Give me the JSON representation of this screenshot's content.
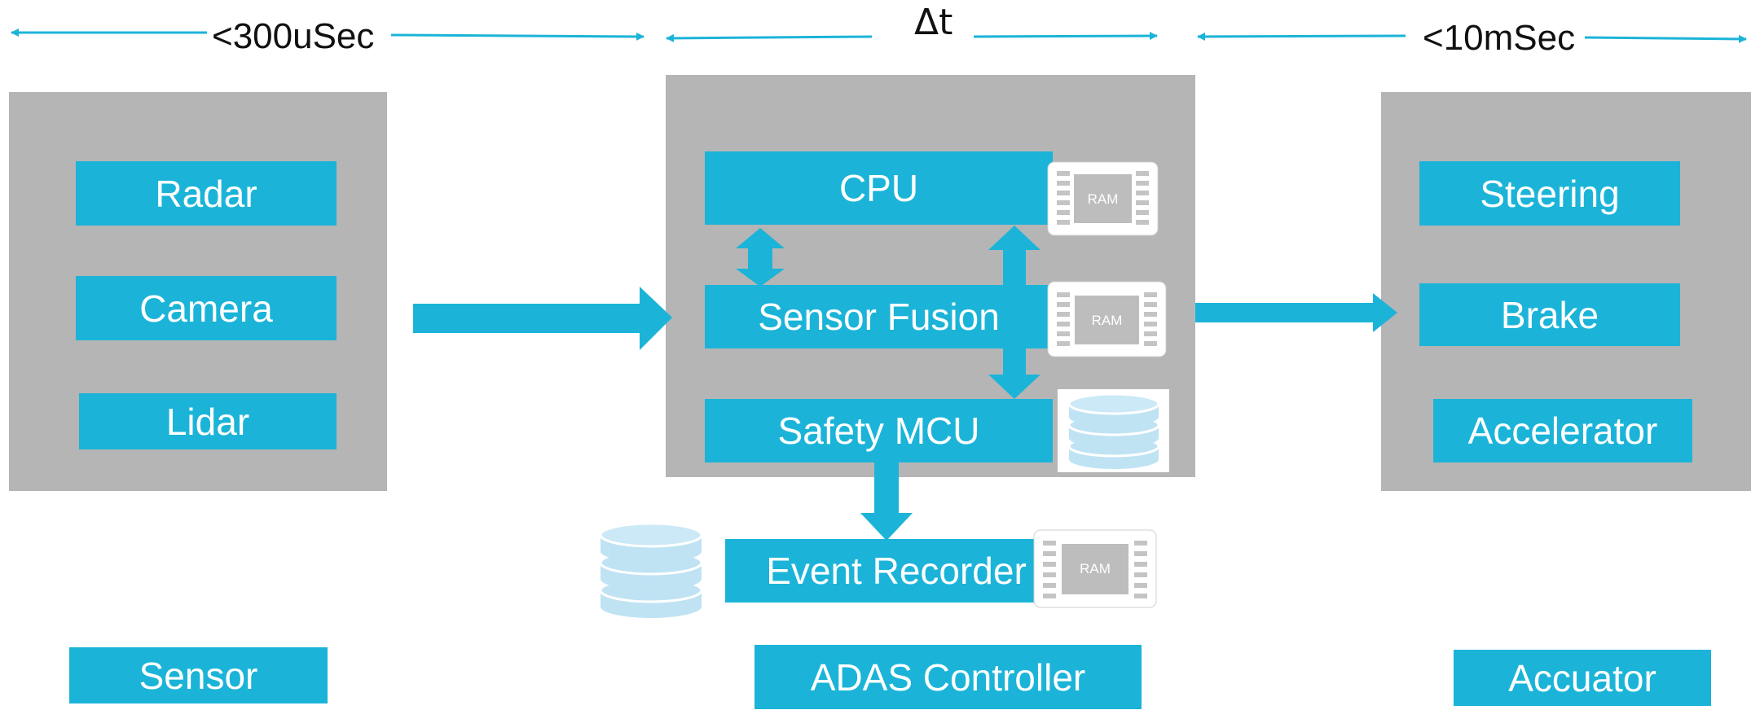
{
  "timing": {
    "sensor_latency": "<300uSec",
    "controller_latency": "Δt",
    "actuator_latency": "<10mSec"
  },
  "sensor_panel": {
    "items": [
      "Radar",
      "Camera",
      "Lidar"
    ],
    "caption": "Sensor"
  },
  "controller_panel": {
    "cpu": "CPU",
    "sensor_fusion": "Sensor Fusion",
    "safety_mcu": "Safety MCU",
    "event_recorder": "Event Recorder",
    "caption": "ADAS Controller",
    "ram_chip_label": "RAM"
  },
  "actuator_panel": {
    "items": [
      "Steering",
      "Brake",
      "Accelerator"
    ],
    "caption": "Accuator"
  },
  "colors": {
    "accent": "#1bb4d8",
    "panel": "#b5b5b5",
    "storage": "#bfe3f3"
  }
}
